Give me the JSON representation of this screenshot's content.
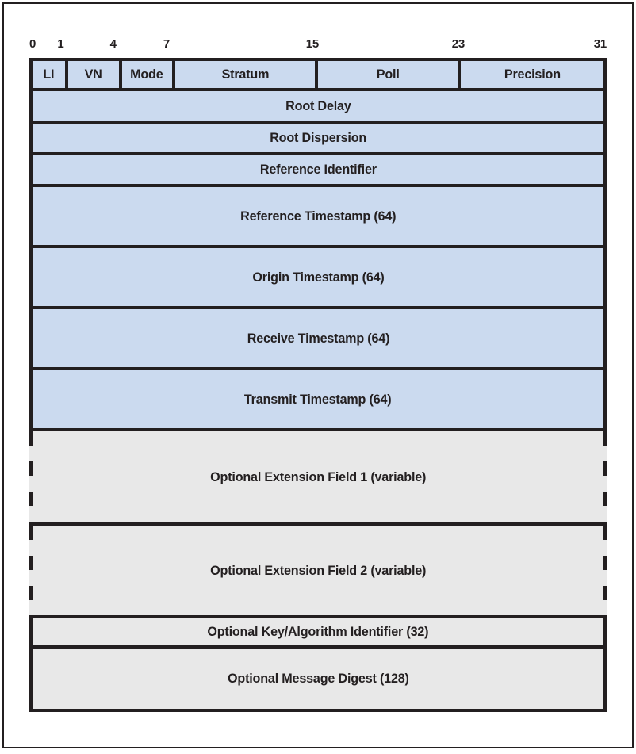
{
  "figure": {
    "title_semantic": "NTP packet header format",
    "bit_labels": [
      "0",
      "1",
      "4",
      "7",
      "15",
      "23",
      "31"
    ],
    "header_fields": [
      {
        "label": "LI",
        "bits": 2
      },
      {
        "label": "VN",
        "bits": 3
      },
      {
        "label": "Mode",
        "bits": 3
      },
      {
        "label": "Stratum",
        "bits": 8
      },
      {
        "label": "Poll",
        "bits": 8
      },
      {
        "label": "Precision",
        "bits": 8
      }
    ],
    "rows": [
      {
        "label": "Root Delay",
        "size_bits": 32,
        "optional": false
      },
      {
        "label": "Root Dispersion",
        "size_bits": 32,
        "optional": false
      },
      {
        "label": "Reference Identifier",
        "size_bits": 32,
        "optional": false
      },
      {
        "label": "Reference Timestamp (64)",
        "size_bits": 64,
        "optional": false
      },
      {
        "label": "Origin Timestamp (64)",
        "size_bits": 64,
        "optional": false
      },
      {
        "label": "Receive Timestamp (64)",
        "size_bits": 64,
        "optional": false
      },
      {
        "label": "Transmit Timestamp (64)",
        "size_bits": 64,
        "optional": false
      },
      {
        "label": "Optional Extension Field 1 (variable)",
        "size_bits": "variable",
        "optional": true
      },
      {
        "label": "Optional Extension Field 2 (variable)",
        "size_bits": "variable",
        "optional": true
      },
      {
        "label": "Optional Key/Algorithm Identifier (32)",
        "size_bits": 32,
        "optional": true
      },
      {
        "label": "Optional Message Digest (128)",
        "size_bits": 128,
        "optional": true
      }
    ],
    "colors": {
      "field_fill_blue": "#cbdaef",
      "optional_fill_gray": "#e8e8e8",
      "line_black": "#231f20"
    }
  }
}
